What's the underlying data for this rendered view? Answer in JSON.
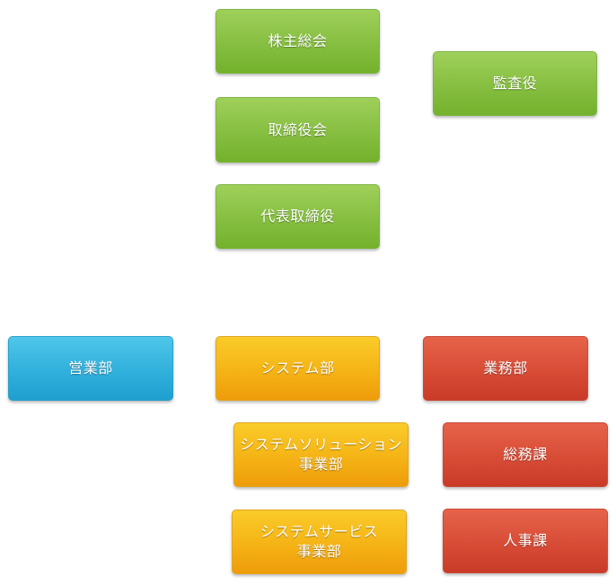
{
  "org_chart": {
    "executive": {
      "shareholders_meeting": "株主総会",
      "board_of_directors": "取締役会",
      "representative_director": "代表取締役",
      "auditor": "監査役"
    },
    "departments": {
      "sales": "営業部",
      "systems": "システム部",
      "operations": "業務部"
    },
    "system_divisions": {
      "solutions": "システムソリューション\n事業部",
      "services": "システムサービス\n事業部"
    },
    "operations_sections": {
      "general_affairs": "総務課",
      "human_resources": "人事課"
    }
  },
  "colors": {
    "executive": "#88c043",
    "sales": "#30b0dc",
    "systems": "#f5b315",
    "operations": "#d84c36"
  }
}
